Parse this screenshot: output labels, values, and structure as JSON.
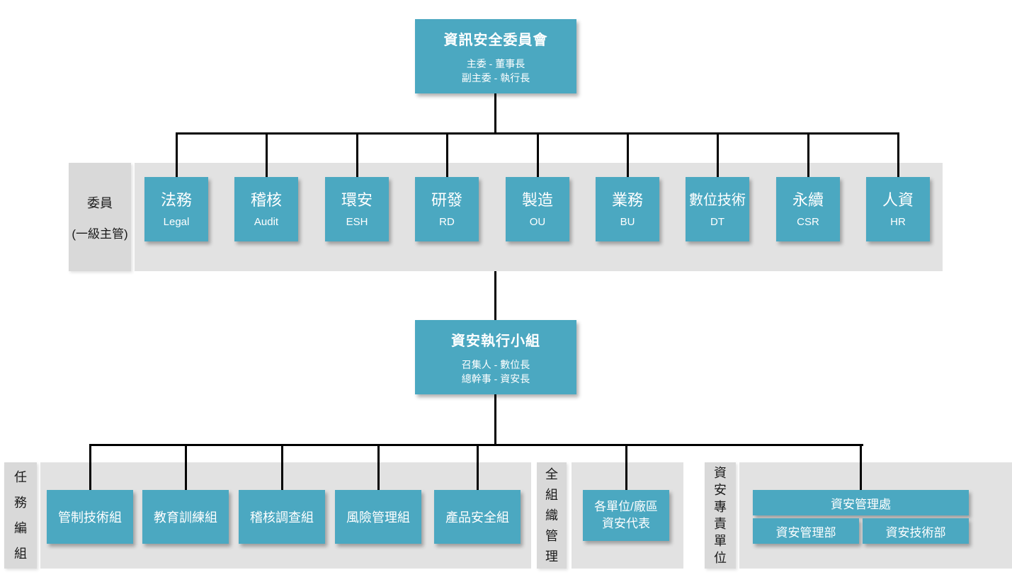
{
  "colors": {
    "teal": "#4BA8C1",
    "band": "#E2E2E2",
    "label_band": "#D9D9D9",
    "line": "#000000"
  },
  "committee": {
    "title": "資訊安全委員會",
    "subtitle_lines": [
      "主委 - 董事長",
      "副主委 - 執行長"
    ],
    "row_label": {
      "line1": "委員",
      "line2": "(一級主管)"
    },
    "members": [
      {
        "zh": "法務",
        "en": "Legal"
      },
      {
        "zh": "稽核",
        "en": "Audit"
      },
      {
        "zh": "環安",
        "en": "ESH"
      },
      {
        "zh": "研發",
        "en": "RD"
      },
      {
        "zh": "製造",
        "en": "OU"
      },
      {
        "zh": "業務",
        "en": "BU"
      },
      {
        "zh": "數位技術",
        "en": "DT"
      },
      {
        "zh": "永續",
        "en": "CSR"
      },
      {
        "zh": "人資",
        "en": "HR"
      }
    ]
  },
  "exec_team": {
    "title": "資安執行小組",
    "subtitle_lines": [
      "召集人 - 數位長",
      "總幹事 - 資安長"
    ]
  },
  "task_groups": {
    "band_label": "任務編組",
    "groups": [
      "管制技術組",
      "教育訓練組",
      "稽核調查組",
      "風險管理組",
      "產品安全組"
    ]
  },
  "org_wide": {
    "band_label": "全組織管理",
    "box_lines": [
      "各單位/廠區",
      "資安代表"
    ]
  },
  "dedicated_unit": {
    "band_label": "資安專責單位",
    "office": "資安管理處",
    "departments": [
      "資安管理部",
      "資安技術部"
    ]
  }
}
